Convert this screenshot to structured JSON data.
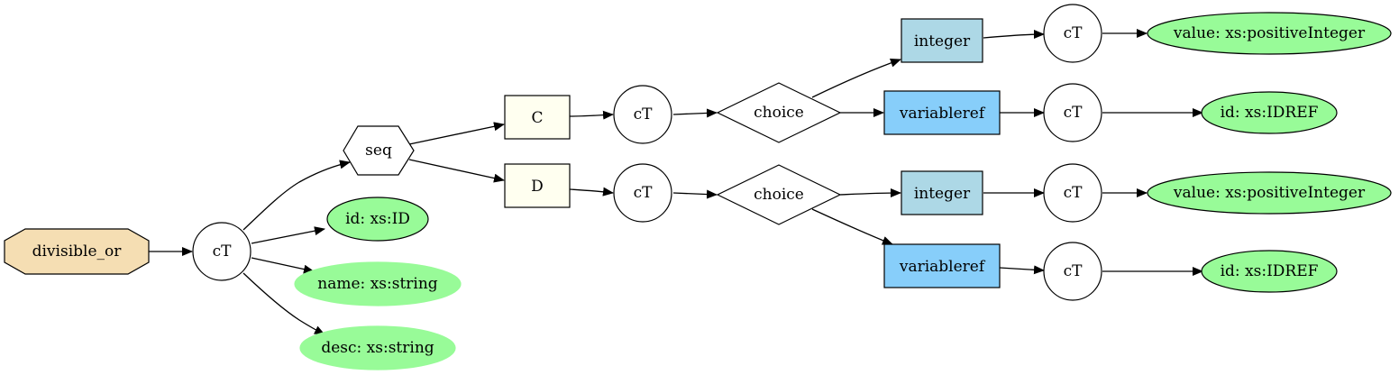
{
  "colors": {
    "root_fill": "#f5deb3",
    "attr_fill": "#98fb98",
    "element_fill": "#fffff0",
    "integer_fill": "#add8e6",
    "variableref_fill": "#87cefa",
    "plain_fill": "#ffffff"
  },
  "nodes": {
    "root": "divisible_or",
    "ct_root": "cT",
    "seq": "seq",
    "attr_id": "id: xs:ID",
    "attr_name": "name: xs:string",
    "attr_desc": "desc: xs:string",
    "el_c": "C",
    "el_d": "D",
    "ct_c": "cT",
    "ct_d": "cT",
    "choice_c": "choice",
    "choice_d": "choice",
    "int_c": "integer",
    "var_c": "variableref",
    "int_d": "integer",
    "var_d": "variableref",
    "ct_int_c": "cT",
    "ct_var_c": "cT",
    "ct_int_d": "cT",
    "ct_var_d": "cT",
    "val_c": "value: xs:positiveInteger",
    "idref_c": "id: xs:IDREF",
    "val_d": "value: xs:positiveInteger",
    "idref_d": "id: xs:IDREF"
  }
}
